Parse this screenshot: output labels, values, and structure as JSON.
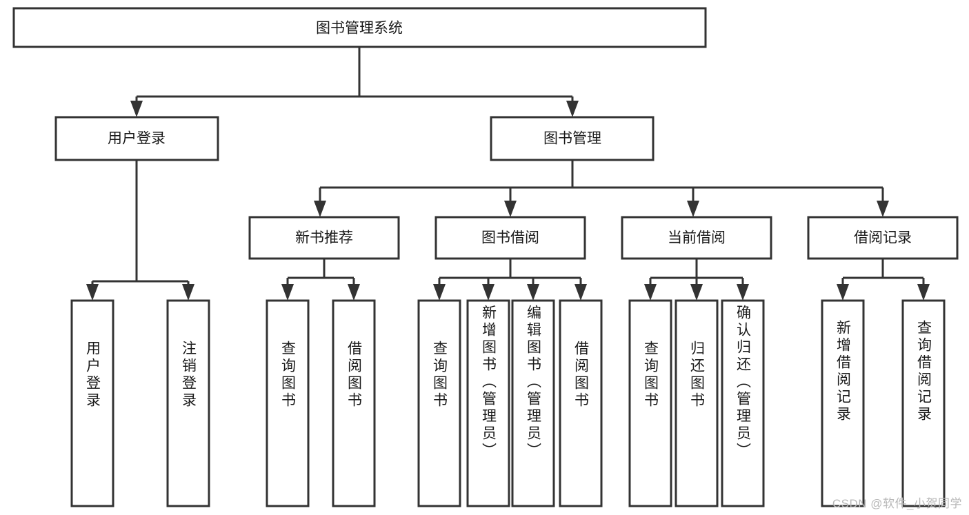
{
  "diagram": {
    "title": "图书管理系统",
    "watermark": "CSDN @软件_小贺同学",
    "type": "tree",
    "orientation": "top-down",
    "colors": {
      "node_fill": "#ffffff",
      "node_stroke": "#333333",
      "text": "#1a1a1a",
      "watermark": "#b8b8b8"
    },
    "root": {
      "id": "root",
      "label": "图书管理系统"
    },
    "level2": [
      {
        "id": "user-login",
        "label": "用户登录"
      },
      {
        "id": "book-manage",
        "label": "图书管理"
      }
    ],
    "level3": [
      {
        "id": "new-book-recommend",
        "label": "新书推荐",
        "parent": "book-manage"
      },
      {
        "id": "book-borrow",
        "label": "图书借阅",
        "parent": "book-manage"
      },
      {
        "id": "current-borrow",
        "label": "当前借阅",
        "parent": "book-manage"
      },
      {
        "id": "borrow-record",
        "label": "借阅记录",
        "parent": "book-manage"
      }
    ],
    "leaves": [
      {
        "id": "leaf-user-login",
        "label": "用户登录",
        "parent": "user-login"
      },
      {
        "id": "leaf-user-logout",
        "label": "注销登录",
        "parent": "user-login"
      },
      {
        "id": "leaf-query-book-1",
        "label": "查询图书",
        "parent": "new-book-recommend"
      },
      {
        "id": "leaf-borrow-book-1",
        "label": "借阅图书",
        "parent": "new-book-recommend"
      },
      {
        "id": "leaf-query-book-2",
        "label": "查询图书",
        "parent": "book-borrow"
      },
      {
        "id": "leaf-add-book",
        "label": "新增图书（管理员）",
        "parent": "book-borrow"
      },
      {
        "id": "leaf-edit-book",
        "label": "编辑图书（管理员）",
        "parent": "book-borrow"
      },
      {
        "id": "leaf-borrow-book-2",
        "label": "借阅图书",
        "parent": "book-borrow"
      },
      {
        "id": "leaf-query-book-3",
        "label": "查询图书",
        "parent": "current-borrow"
      },
      {
        "id": "leaf-return-book",
        "label": "归还图书",
        "parent": "current-borrow"
      },
      {
        "id": "leaf-confirm-return",
        "label": "确认归还（管理员）",
        "parent": "current-borrow"
      },
      {
        "id": "leaf-add-record",
        "label": "新增借阅记录",
        "parent": "borrow-record"
      },
      {
        "id": "leaf-query-record",
        "label": "查询借阅记录",
        "parent": "borrow-record"
      }
    ]
  }
}
